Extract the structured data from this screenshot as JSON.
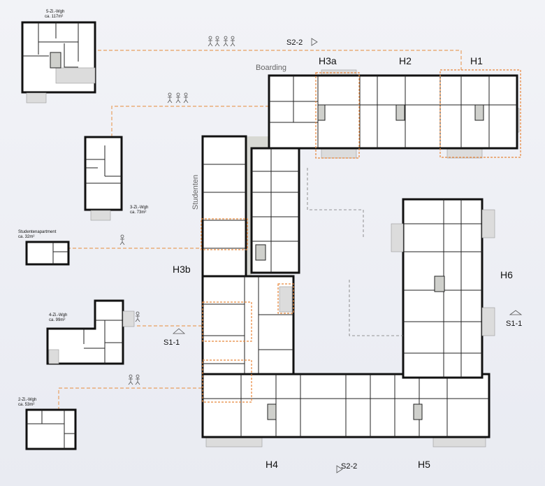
{
  "units": [
    {
      "type": "5-Zi.-Wgh",
      "area": "ca. 117m²"
    },
    {
      "type": "3-Zi.-Wgh",
      "area": "ca. 73m²"
    },
    {
      "type": "Studentenapartment",
      "area": "ca. 32m²"
    },
    {
      "type": "4-Zi.-Wgh",
      "area": "ca. 99m²"
    },
    {
      "type": "2-Zi.-Wgh",
      "area": "ca. 53m²"
    }
  ],
  "sections": {
    "s22_top": "S2-2",
    "s22_bottom": "S2-2",
    "s11_left": "S1-1",
    "s11_right": "S1-1"
  },
  "houses": {
    "boarding": "Boarding",
    "h3a": "H3a",
    "h2": "H2",
    "h1": "H1",
    "studenten": "Studenten",
    "h3b": "H3b",
    "h6": "H6",
    "h4": "H4",
    "h5": "H5"
  },
  "colors": {
    "highlight": "#e8863a",
    "wall": "#111111",
    "balcony": "#dcdcdc"
  }
}
